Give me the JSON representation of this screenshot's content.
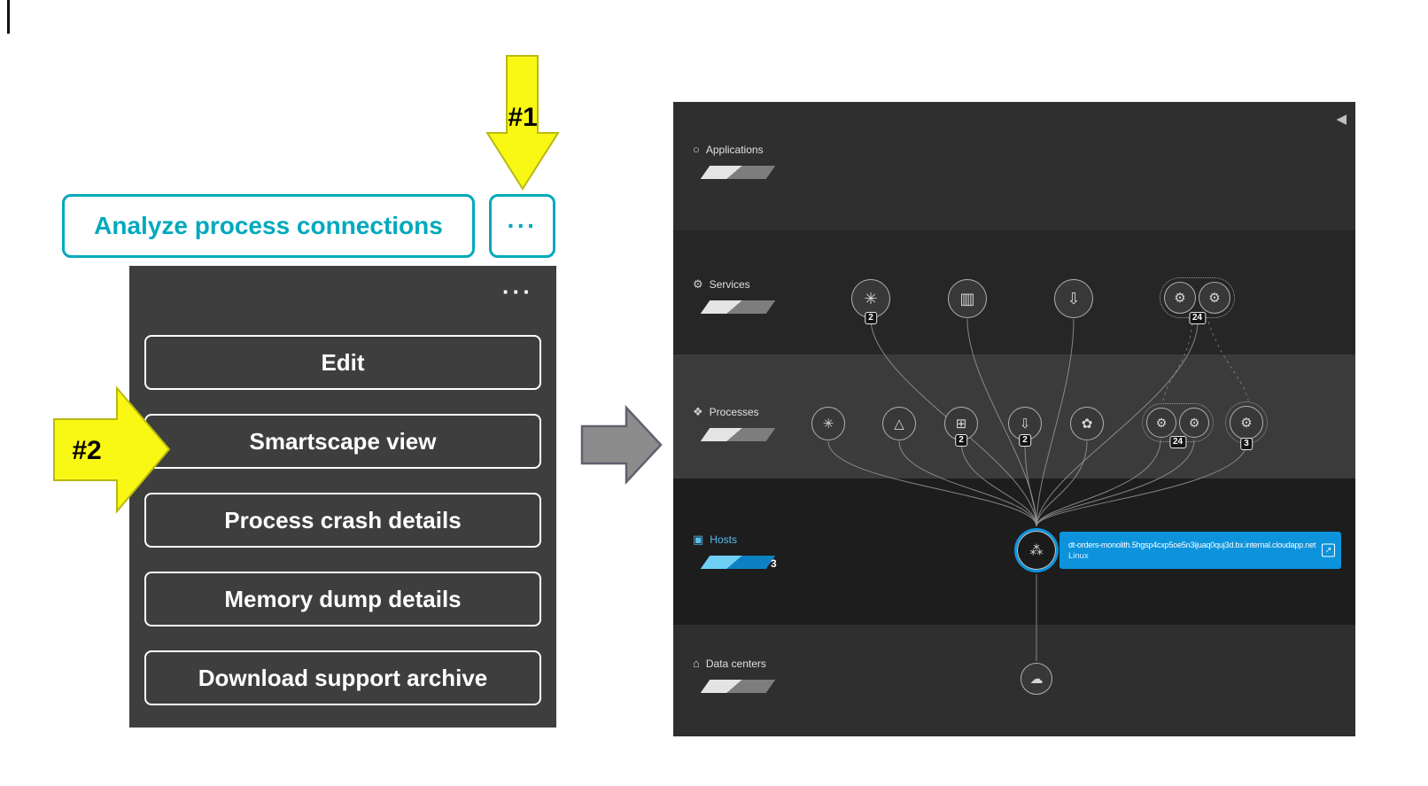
{
  "annotations": {
    "arrow1_label": "#1",
    "arrow2_label": "#2"
  },
  "actions": {
    "analyze_button_label": "Analyze process connections",
    "more_button_label": "···"
  },
  "context_menu": {
    "more_label": "···",
    "items": [
      {
        "label": "Edit"
      },
      {
        "label": "Smartscape view"
      },
      {
        "label": "Process crash details"
      },
      {
        "label": "Memory dump details"
      },
      {
        "label": "Download support archive"
      }
    ]
  },
  "smartscape": {
    "collapse_icon": "◀",
    "layers": {
      "applications": {
        "label": "Applications",
        "icon": "○"
      },
      "services": {
        "label": "Services",
        "icon": "⚙"
      },
      "processes": {
        "label": "Processes",
        "icon": "❖"
      },
      "hosts": {
        "label": "Hosts",
        "icon": "▣",
        "count": "3"
      },
      "datacenters": {
        "label": "Data centers",
        "icon": "⌂"
      }
    },
    "services_nodes": {
      "s1": {
        "glyph": "✳",
        "badge": "2"
      },
      "s2": {
        "glyph": "▥"
      },
      "s3": {
        "glyph": "⇩"
      },
      "s4": {
        "glyph": "⚙"
      },
      "s5": {
        "glyph": "⚙"
      },
      "pair_badge": "24"
    },
    "process_nodes": {
      "p1": {
        "glyph": "✳"
      },
      "p2": {
        "glyph": "△"
      },
      "p3": {
        "glyph": "⊞",
        "badge": "2"
      },
      "p4": {
        "glyph": "⇩",
        "badge": "2"
      },
      "p5": {
        "glyph": "✿"
      },
      "p6": {
        "glyph": "⚙"
      },
      "p7": {
        "glyph": "⚙"
      },
      "pair_badge": "24",
      "p8": {
        "glyph": "⚙",
        "badge": "3"
      }
    },
    "host_node": {
      "glyph": "⁂",
      "tooltip_name": "dt-orders-monolith.5hgsp4cxp5oe5n3ijuaq0quj3d.bx.internal.cloudapp.net",
      "tooltip_os": "Linux",
      "external_icon": "↗"
    },
    "datacenter_node": {
      "glyph": "☁"
    }
  },
  "colors": {
    "accent_teal": "#00a9bd",
    "host_blue": "#0c93dc",
    "callout_yellow": "#f8f814",
    "menu_bg": "#3e3e3e"
  }
}
